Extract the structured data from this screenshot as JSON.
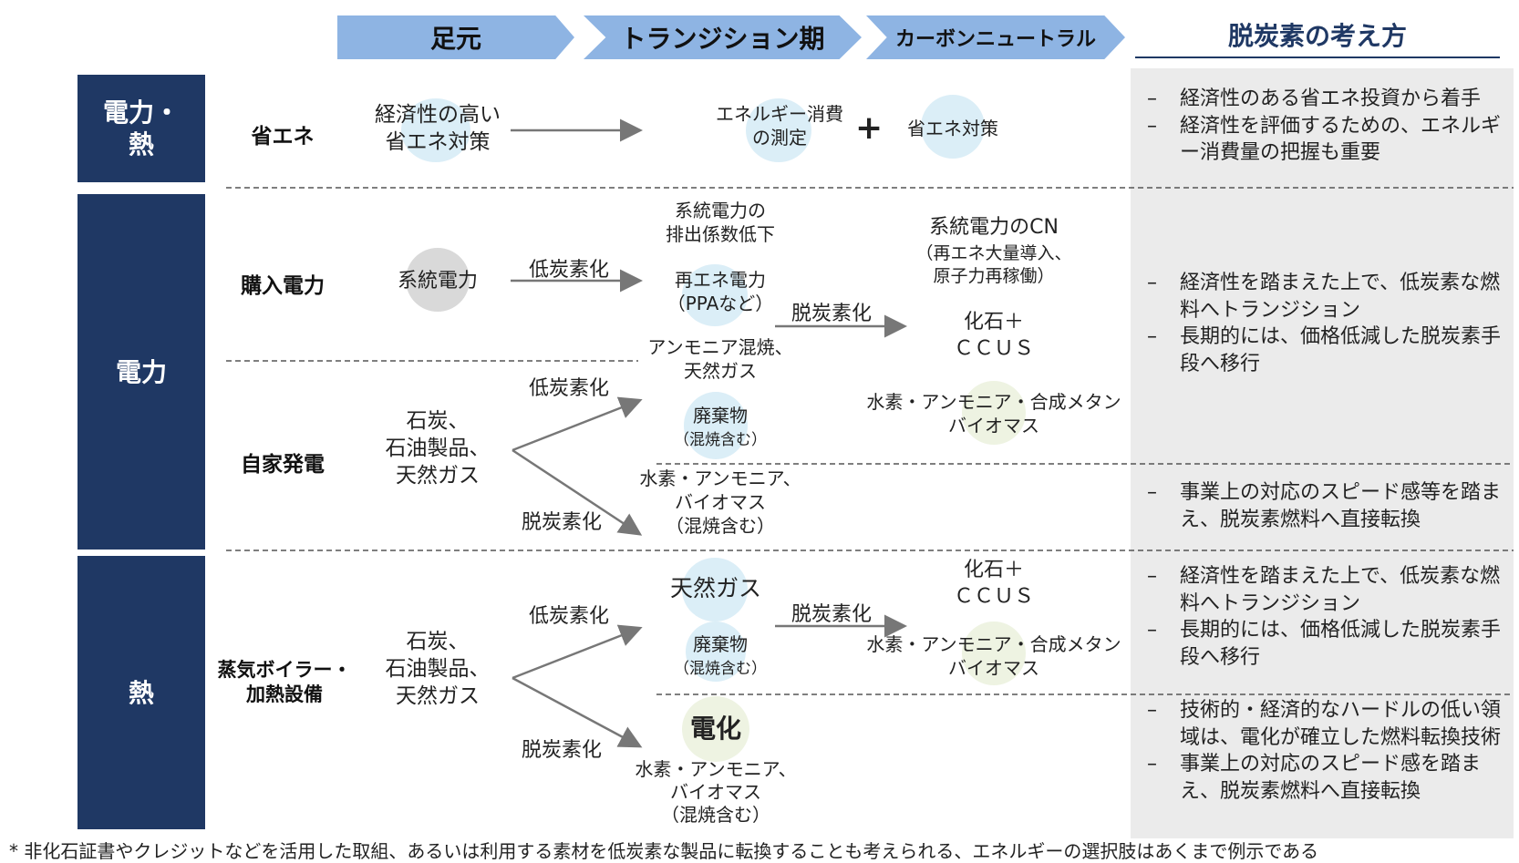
{
  "phases": {
    "p1": "足元",
    "p2": "トランジション期",
    "p3": "カーボンニュートラル"
  },
  "right_header": "脱炭素の考え方",
  "categories": {
    "c1": "電力・\n熱",
    "c2": "電力",
    "c3": "熱"
  },
  "rows": {
    "r1": "省エネ",
    "r2": "購入電力",
    "r3": "自家発電",
    "r4": "蒸気ボイラー・\n加熱設備"
  },
  "energy_saving": {
    "current": "経済性の高い\n省エネ対策",
    "transition": "エネルギー消費\nの測定",
    "plus": "+",
    "cn": "省エネ対策"
  },
  "purchased": {
    "current": "系統電力",
    "arrow_label": "低炭素化",
    "t1": "系統電力の\n排出係数低下",
    "t2": "再エネ電力\n（PPAなど）",
    "arrow2_label": "脱炭素化",
    "cn1": "系統電力のCN",
    "cn2": "（再エネ大量導入、\n原子力再稼働）",
    "cn3": "化石＋\nＣＣＵＳ",
    "cn4": "水素・アンモニア・合成メタン\nバイオマス"
  },
  "self_gen": {
    "current": "石炭、\n石油製品、\n天然ガス",
    "up_label": "低炭素化",
    "down_label": "脱炭素化",
    "t1": "アンモニア混焼、\n天然ガス",
    "t2": "廃棄物",
    "t2b": "（混焼含む）",
    "t3": "水素・アンモニア、\nバイオマス\n（混焼含む）"
  },
  "heat": {
    "current": "石炭、\n石油製品、\n天然ガス",
    "up_label": "低炭素化",
    "down_label": "脱炭素化",
    "t1": "天然ガス",
    "t2": "廃棄物",
    "t2b": "（混焼含む）",
    "arrow2_label": "脱炭素化",
    "cn1": "化石＋\nＣＣＵＳ",
    "cn2": "水素・アンモニア・合成メタン\nバイオマス",
    "t3": "電化",
    "t4": "水素・アンモニア、\nバイオマス\n（混焼含む）"
  },
  "bullets": {
    "b1": [
      "経済性のある省エネ投資から着手",
      "経済性を評価するための、エネルギー消費量の把握も重要"
    ],
    "b2": [
      "経済性を踏まえた上で、低炭素な燃料へトランジション",
      "長期的には、価格低減した脱炭素手段へ移行"
    ],
    "b3": [
      "事業上の対応のスピード感等を踏まえ、脱炭素燃料へ直接転換"
    ],
    "b4": [
      "経済性を踏まえた上で、低炭素な燃料へトランジション",
      "長期的には、価格低減した脱炭素手段へ移行"
    ],
    "b5": [
      "技術的・経済的なハードルの低い領域は、電化が確立した燃料転換技術",
      "事業上の対応のスピード感を踏まえ、脱炭素燃料へ直接転換"
    ]
  },
  "footnote": "* 非化石証書やクレジットなどを活用した取組、あるいは利用する素材を低炭素な製品に転換することも考えられる、エネルギーの選択肢はあくまで例示である",
  "colors": {
    "navy": "#1f3864",
    "phase": "#8eb4e3",
    "panel": "#ebebeb",
    "circle_blue": "#dbeef7",
    "circle_grey": "#d9d9d9",
    "circle_green": "#eef3e2"
  }
}
